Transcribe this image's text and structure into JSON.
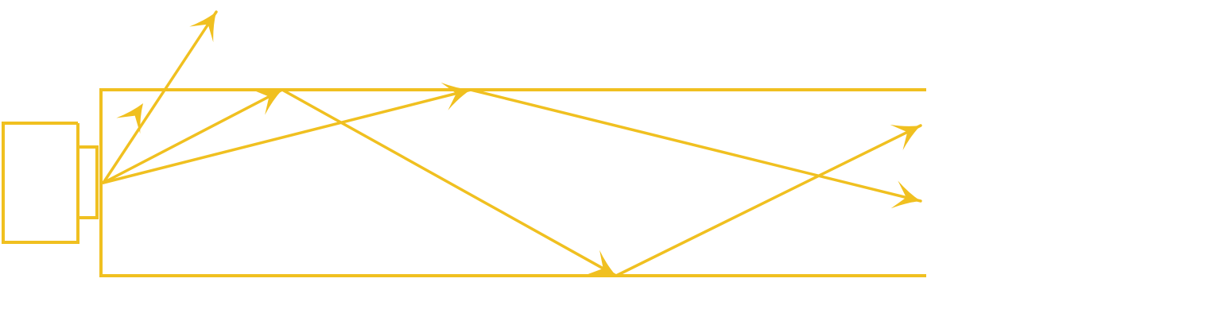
{
  "diagram": {
    "type": "optics-ray-diagram",
    "colors": {
      "stroke": "#f0c020",
      "background": "#ffffff"
    },
    "parts": [
      "light-source",
      "emitter",
      "waveguide"
    ],
    "rays": [
      {
        "id": "escaping-ray",
        "segments": 1
      },
      {
        "id": "steep-ray",
        "segments": 2
      },
      {
        "id": "shallow-ray",
        "segments": 2
      }
    ]
  }
}
